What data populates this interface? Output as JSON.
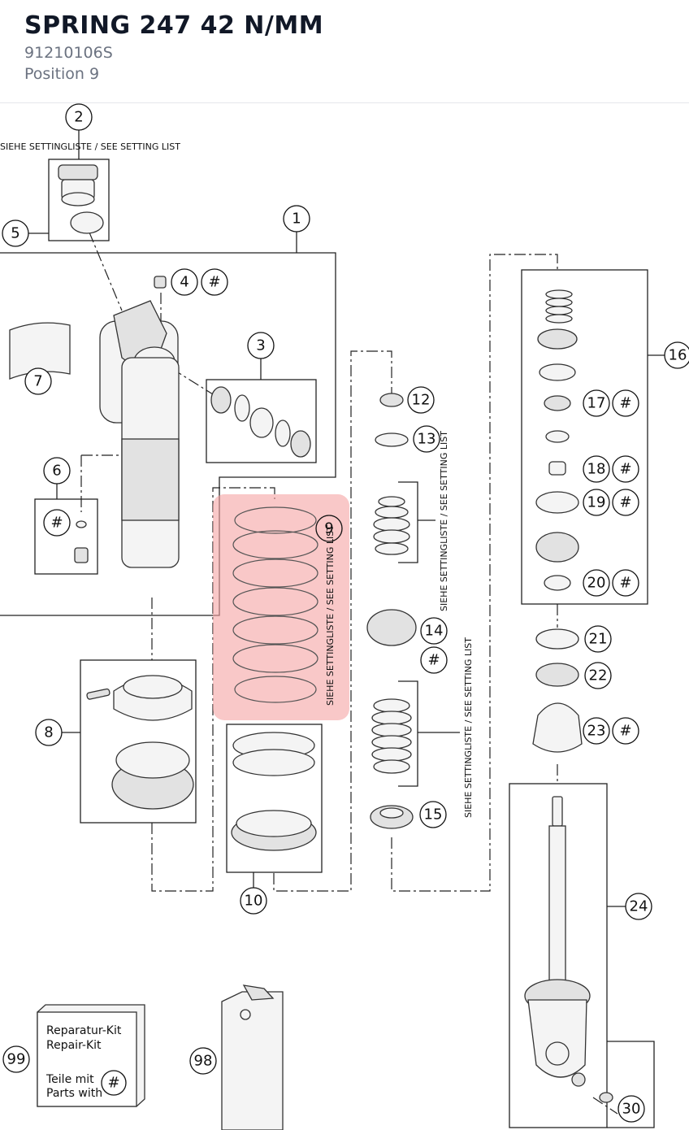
{
  "header": {
    "title": "SPRING 247 42 N/MM",
    "part_number": "91210106S",
    "position": "Position 9"
  },
  "diagram": {
    "highlight_color": "#f5a3a3",
    "setting_note": "SIEHE SETTINGLISTE / SEE SETTING LIST",
    "callouts": {
      "c1": "1",
      "c2": "2",
      "c3": "3",
      "c4": "4",
      "c5": "5",
      "c6": "6",
      "c7": "7",
      "c8": "8",
      "c9": "9",
      "c10": "10",
      "c12": "12",
      "c13": "13",
      "c14": "14",
      "c15": "15",
      "c16": "16",
      "c17": "17",
      "c18": "18",
      "c19": "19",
      "c20": "20",
      "c21": "21",
      "c22": "22",
      "c23": "23",
      "c24": "24",
      "c30": "30",
      "c98": "98",
      "c99": "99"
    },
    "hash": "#",
    "repair_kit": {
      "line1": "Reparatur-Kit",
      "line2": "Repair-Kit",
      "line3": "Teile mit",
      "line4": "Parts with"
    }
  }
}
